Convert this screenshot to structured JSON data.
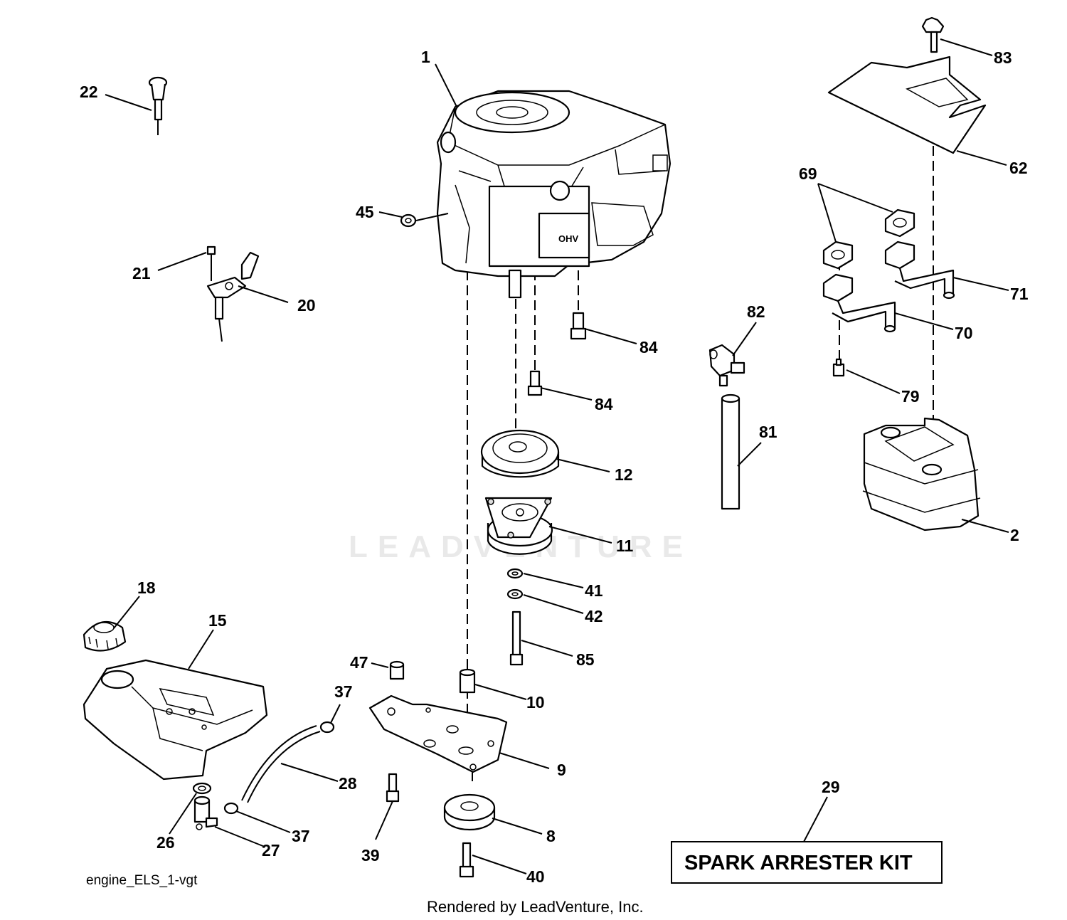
{
  "diagram": {
    "watermark": "LEADVENTURE",
    "caption": "engine_ELS_1-vgt",
    "footer": "Rendered by LeadVenture, Inc.",
    "kit_box": {
      "number": "29",
      "label": "SPARK ARRESTER KIT"
    },
    "part_labels": [
      {
        "id": "p1",
        "text": "1"
      },
      {
        "id": "p2",
        "text": "2"
      },
      {
        "id": "p8",
        "text": "8"
      },
      {
        "id": "p9",
        "text": "9"
      },
      {
        "id": "p10",
        "text": "10"
      },
      {
        "id": "p11",
        "text": "11"
      },
      {
        "id": "p12",
        "text": "12"
      },
      {
        "id": "p15",
        "text": "15"
      },
      {
        "id": "p18",
        "text": "18"
      },
      {
        "id": "p20",
        "text": "20"
      },
      {
        "id": "p21",
        "text": "21"
      },
      {
        "id": "p22",
        "text": "22"
      },
      {
        "id": "p26",
        "text": "26"
      },
      {
        "id": "p27",
        "text": "27"
      },
      {
        "id": "p28",
        "text": "28"
      },
      {
        "id": "p37a",
        "text": "37"
      },
      {
        "id": "p37b",
        "text": "37"
      },
      {
        "id": "p39",
        "text": "39"
      },
      {
        "id": "p40",
        "text": "40"
      },
      {
        "id": "p41",
        "text": "41"
      },
      {
        "id": "p42",
        "text": "42"
      },
      {
        "id": "p45",
        "text": "45"
      },
      {
        "id": "p47",
        "text": "47"
      },
      {
        "id": "p62",
        "text": "62"
      },
      {
        "id": "p69",
        "text": "69"
      },
      {
        "id": "p70",
        "text": "70"
      },
      {
        "id": "p71",
        "text": "71"
      },
      {
        "id": "p79",
        "text": "79"
      },
      {
        "id": "p81",
        "text": "81"
      },
      {
        "id": "p82",
        "text": "82"
      },
      {
        "id": "p83",
        "text": "83"
      },
      {
        "id": "p84a",
        "text": "84"
      },
      {
        "id": "p84b",
        "text": "84"
      },
      {
        "id": "p85",
        "text": "85"
      }
    ]
  }
}
